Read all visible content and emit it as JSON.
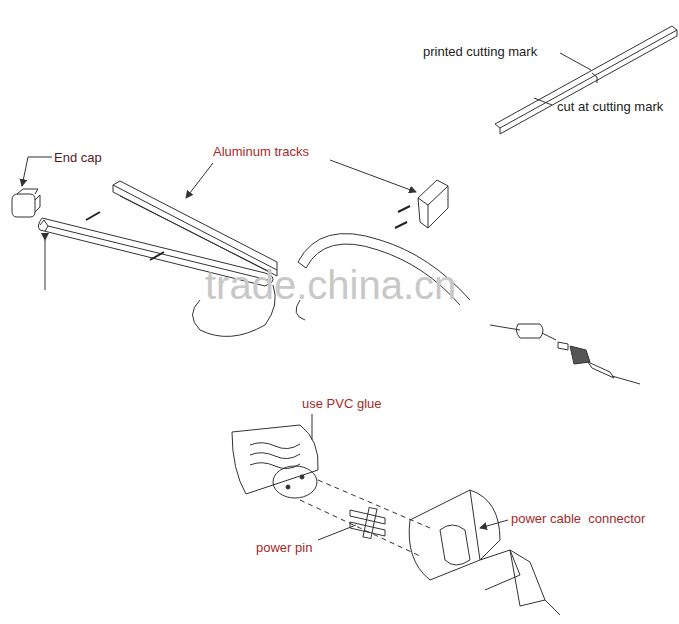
{
  "diagram": {
    "labels": [
      "printed cutting mark",
      "cut at cutting mark",
      "End cap",
      "Aluminum tracks",
      "trade.china.cn",
      "use PVC glue",
      "power cable  connector",
      "power pin"
    ]
  }
}
